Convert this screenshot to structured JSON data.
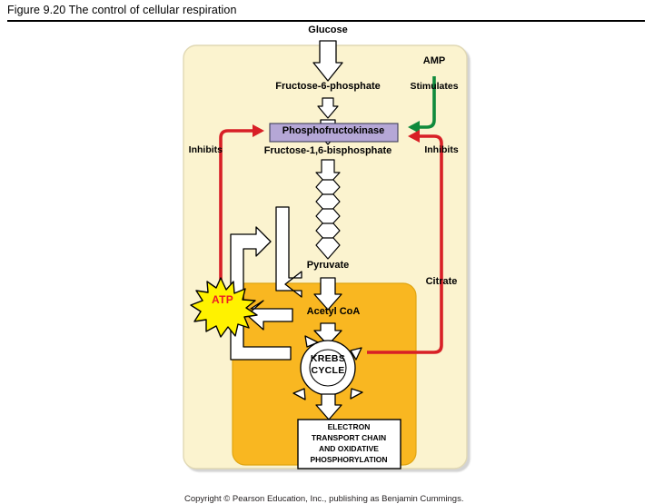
{
  "figure": {
    "number": "Figure 9.20",
    "title": "The control of cellular respiration",
    "full_caption": "Figure 9.20  The control of cellular respiration",
    "copyright": "Copyright © Pearson Education, Inc., publishing as Benjamin Cummings."
  },
  "diagram": {
    "type": "metabolic-pathway",
    "compartments": {
      "cytosol": {
        "fill": "#fbf3cf",
        "stroke": "#ddd5ae"
      },
      "mitochondrion": {
        "fill": "#f9b721",
        "stroke": "#d89a10"
      }
    },
    "molecules": {
      "glucose": "Glucose",
      "fructose_6_phosphate": "Fructose-6-phosphate",
      "fructose_1_6_bisphosphate": "Fructose-1,6-bisphosphate",
      "pyruvate": "Pyruvate",
      "acetyl_coa": "Acetyl CoA",
      "amp": "AMP",
      "citrate": "Citrate",
      "atp": "ATP"
    },
    "enzyme": {
      "name": "Phosphofructokinase",
      "box_fill": "#b5a7d6",
      "box_stroke": "#4a4a6a"
    },
    "processes": {
      "krebs_cycle_line1": "KREBS",
      "krebs_cycle_line2": "CYCLE",
      "etc_line1": "ELECTRON",
      "etc_line2": "TRANSPORT CHAIN",
      "etc_line3": "AND OXIDATIVE",
      "etc_line4": "PHOSPHORYLATION"
    },
    "regulation": {
      "stimulates": "Stimulates",
      "inhibits_left": "Inhibits",
      "inhibits_right": "Inhibits",
      "stimulate_color": "#0f8a3c",
      "inhibit_color": "#d81f26"
    },
    "colors": {
      "atp_star_fill": "#fff200",
      "atp_text": "#ed1c24",
      "arrow_fill": "#ffffff",
      "arrow_stroke": "#000000",
      "text": "#000000"
    }
  },
  "chart_data": {
    "type": "diagram",
    "title": "The control of cellular respiration",
    "nodes": [
      {
        "id": "glucose",
        "label": "Glucose",
        "compartment": "cytosol"
      },
      {
        "id": "f6p",
        "label": "Fructose-6-phosphate",
        "compartment": "cytosol"
      },
      {
        "id": "pfk",
        "label": "Phosphofructokinase",
        "compartment": "cytosol",
        "kind": "enzyme"
      },
      {
        "id": "f16bp",
        "label": "Fructose-1,6-bisphosphate",
        "compartment": "cytosol"
      },
      {
        "id": "pyruvate",
        "label": "Pyruvate",
        "compartment": "cytosol"
      },
      {
        "id": "acetylcoa",
        "label": "Acetyl CoA",
        "compartment": "mitochondrion"
      },
      {
        "id": "krebs",
        "label": "KREBS CYCLE",
        "compartment": "mitochondrion",
        "kind": "process"
      },
      {
        "id": "etc",
        "label": "ELECTRON TRANSPORT CHAIN AND OXIDATIVE PHOSPHORYLATION",
        "compartment": "mitochondrion",
        "kind": "process"
      },
      {
        "id": "atp",
        "label": "ATP",
        "kind": "product"
      },
      {
        "id": "amp",
        "label": "AMP",
        "kind": "regulator"
      },
      {
        "id": "citrate",
        "label": "Citrate",
        "kind": "regulator"
      }
    ],
    "edges": [
      {
        "from": "glucose",
        "to": "f6p",
        "kind": "reaction"
      },
      {
        "from": "f6p",
        "to": "f16bp",
        "kind": "reaction",
        "enzyme": "pfk"
      },
      {
        "from": "f16bp",
        "to": "pyruvate",
        "kind": "multi-step"
      },
      {
        "from": "pyruvate",
        "to": "acetylcoa",
        "kind": "reaction"
      },
      {
        "from": "acetylcoa",
        "to": "krebs",
        "kind": "reaction"
      },
      {
        "from": "krebs",
        "to": "etc",
        "kind": "reaction"
      },
      {
        "from": "f16bp",
        "to": "atp",
        "kind": "yields"
      },
      {
        "from": "krebs",
        "to": "atp",
        "kind": "yields"
      },
      {
        "from": "etc",
        "to": "atp",
        "kind": "yields"
      },
      {
        "from": "amp",
        "to": "pfk",
        "kind": "stimulates",
        "label": "Stimulates"
      },
      {
        "from": "atp",
        "to": "pfk",
        "kind": "inhibits",
        "label": "Inhibits"
      },
      {
        "from": "citrate",
        "to": "pfk",
        "kind": "inhibits",
        "label": "Inhibits"
      }
    ]
  }
}
